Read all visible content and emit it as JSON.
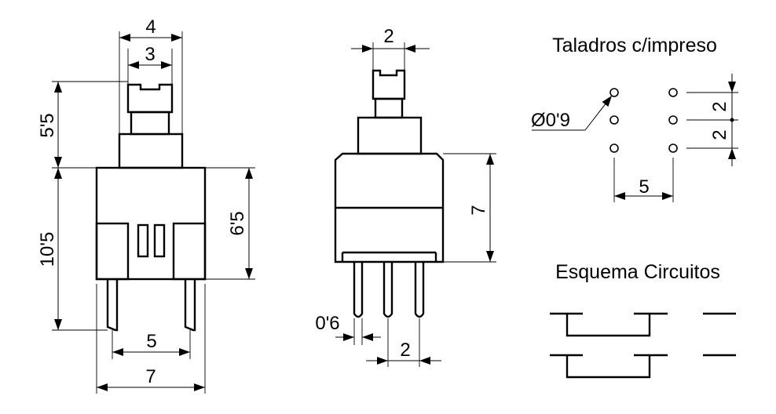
{
  "front_view": {
    "dim_4": "4",
    "dim_3": "3",
    "dim_5_5": "5'5",
    "dim_10_5": "10'5",
    "dim_6_5": "6'5",
    "dim_5": "5",
    "dim_7": "7"
  },
  "side_view": {
    "dim_2_top": "2",
    "dim_7": "7",
    "dim_0_6": "0'6",
    "dim_2_bottom": "2"
  },
  "drill_pattern": {
    "title": "Taladros c/impreso",
    "diameter": "Ø0'9",
    "dim_2_upper": "2",
    "dim_2_lower": "2",
    "dim_5": "5"
  },
  "circuit_schematic": {
    "title": "Esquema Circuitos"
  }
}
